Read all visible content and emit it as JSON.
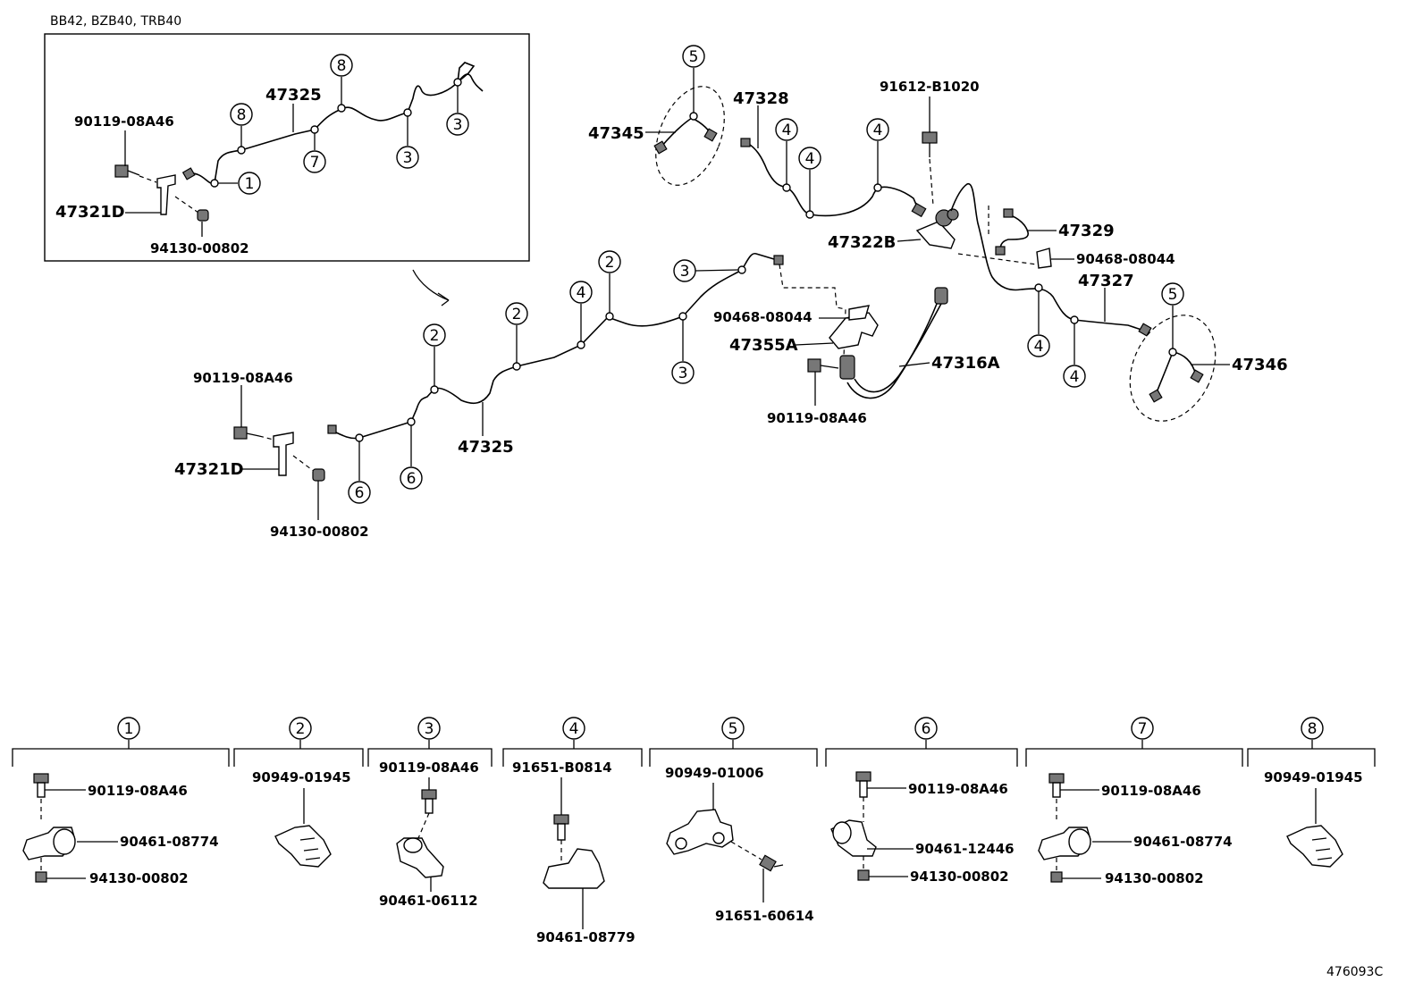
{
  "inset": {
    "models": "BB42, BZB40, TRB40",
    "parts": {
      "bolt": "90119-08A46",
      "bracket": "47321D",
      "nut": "94130-00802",
      "tube": "47325"
    },
    "callouts": [
      "8",
      "8",
      "1",
      "7",
      "3",
      "3"
    ]
  },
  "main": {
    "left": {
      "bolt": "90119-08A46",
      "bracket": "47321D",
      "nut": "94130-00802",
      "tube": "47325",
      "callouts": [
        "2",
        "2",
        "4",
        "2",
        "3",
        "3",
        "6",
        "6"
      ]
    },
    "center": {
      "clip": "90468-08044",
      "bracket": "47355A",
      "hose": "47316A",
      "bolt": "90119-08A46"
    },
    "top": {
      "front_left_tube": "47328",
      "bolt_top": "91612-B1020",
      "flex_left": "47345",
      "junction": "47322B",
      "tube_right_short": "47329",
      "clip_right": "90468-08044",
      "tube_right": "47327",
      "flex_right": "47346",
      "callouts": [
        "5",
        "4",
        "4",
        "4",
        "4",
        "4",
        "5"
      ]
    }
  },
  "legend": [
    {
      "num": "1",
      "parts": [
        "90119-08A46",
        "90461-08774",
        "94130-00802"
      ]
    },
    {
      "num": "2",
      "parts": [
        "90949-01945"
      ]
    },
    {
      "num": "3",
      "parts": [
        "90119-08A46",
        "90461-06112"
      ]
    },
    {
      "num": "4",
      "parts": [
        "91651-B0814",
        "90461-08779"
      ]
    },
    {
      "num": "5",
      "parts": [
        "90949-01006",
        "91651-60614"
      ]
    },
    {
      "num": "6",
      "parts": [
        "90119-08A46",
        "90461-12446",
        "94130-00802"
      ]
    },
    {
      "num": "7",
      "parts": [
        "90119-08A46",
        "90461-08774",
        "94130-00802"
      ]
    },
    {
      "num": "8",
      "parts": [
        "90949-01945"
      ]
    }
  ],
  "figure_id": "476093C"
}
